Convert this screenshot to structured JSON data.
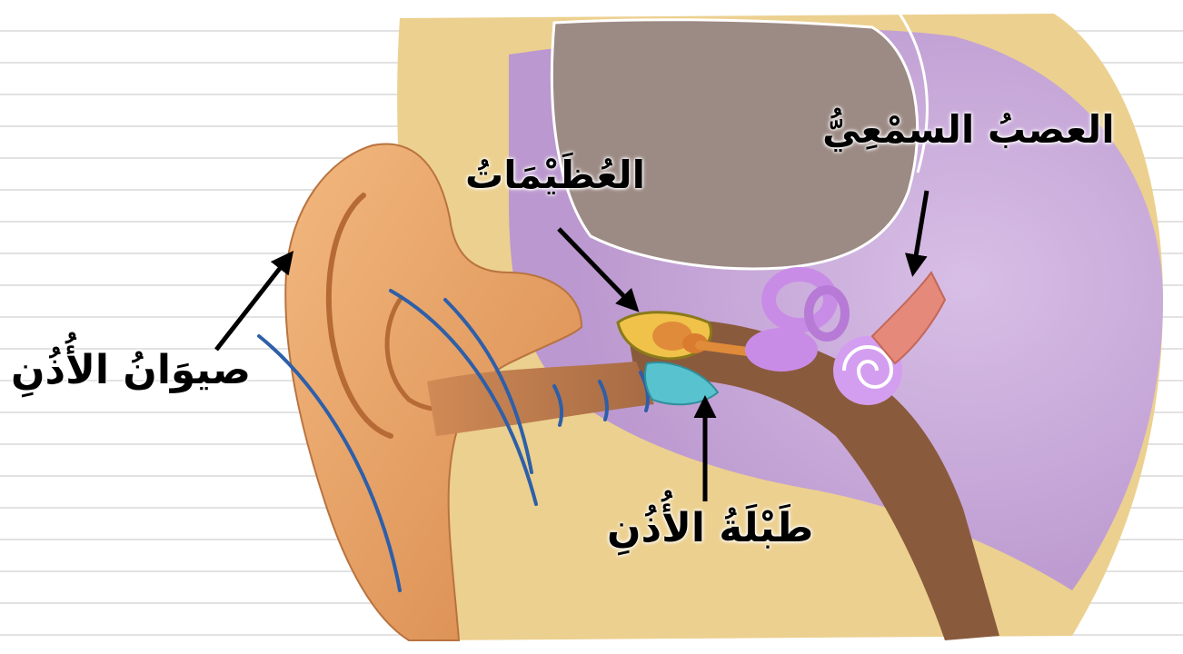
{
  "labels": {
    "pinna": "صيوَانُ الأُذُنِ",
    "ossicles": "العُظَيْمَاتُ",
    "auditory_nerve": "العصبُ السمْعِيُّ",
    "eardrum": "طَبْلَةُ الأُذُنِ"
  },
  "colors": {
    "skin": "#e9a66a",
    "skin_dark": "#c9773d",
    "bone": "#f0d89a",
    "brain": "#9e8a82",
    "inner_ear_bg": "#c7a9d6",
    "cochlea": "#c98ce6",
    "nerve": "#e58a7a",
    "eardrum": "#58c2cf",
    "wave": "#2e5fa8",
    "arrow": "#000000"
  }
}
